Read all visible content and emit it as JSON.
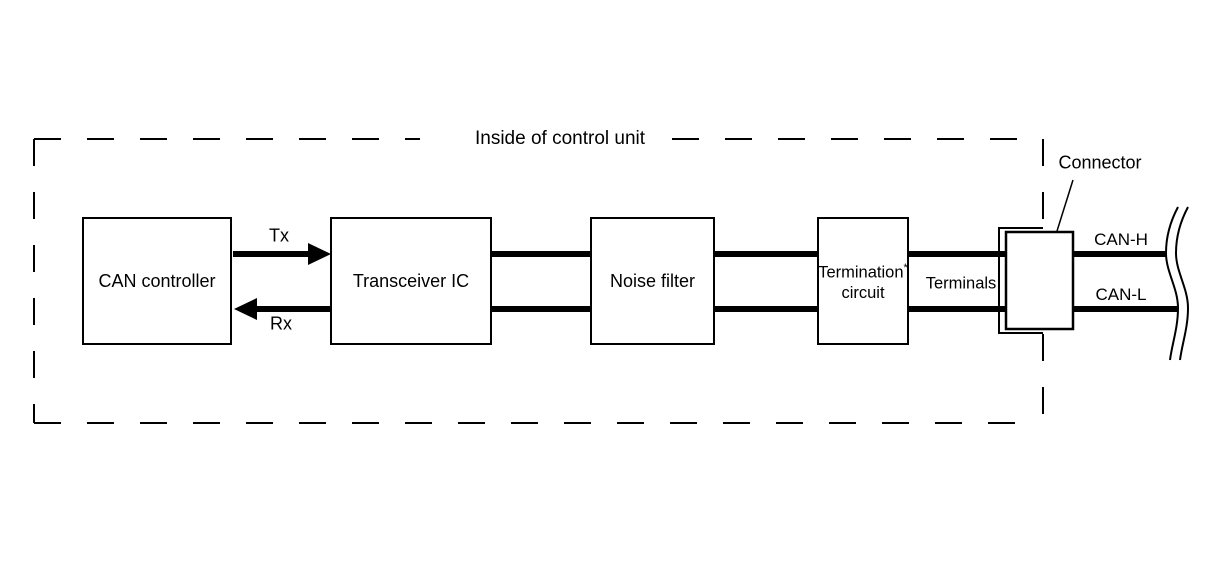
{
  "diagram": {
    "title": "Inside of control unit",
    "blocks": [
      {
        "label": "CAN controller"
      },
      {
        "label": "Transceiver IC"
      },
      {
        "label": "Noise filter"
      },
      {
        "line1": "Termination",
        "sup": "*",
        "line2": "circuit"
      }
    ],
    "signals": {
      "tx_label": "Tx",
      "rx_label": "Rx"
    },
    "connector": {
      "label": "Connector",
      "terminals_label": "Terminals"
    },
    "bus": {
      "can_high_label": "CAN-H",
      "can_low_label": "CAN-L"
    },
    "colors": {
      "ink": "#000000",
      "background": "#ffffff"
    }
  }
}
